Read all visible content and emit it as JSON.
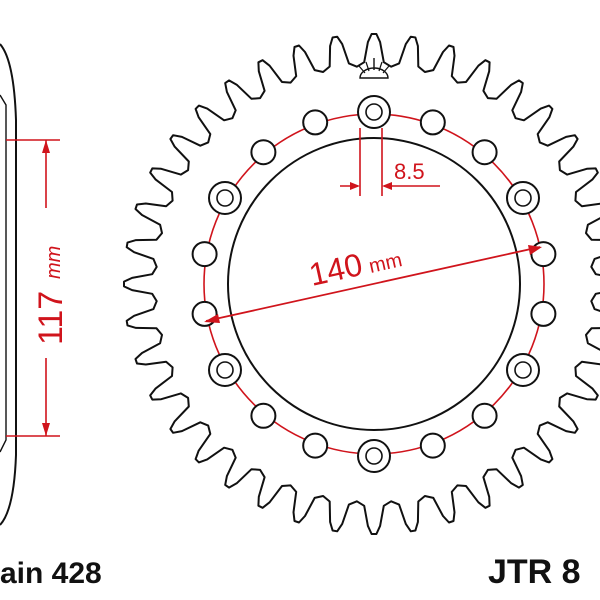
{
  "drawing": {
    "colors": {
      "outline": "#111111",
      "dimension": "#d0141c",
      "background": "#ffffff"
    },
    "dimensions": {
      "side_height_value": "117",
      "side_height_unit": "mm",
      "pcd_value": "140",
      "pcd_unit": "mm",
      "bolt_hole_value": "8.5"
    },
    "captions": {
      "chain": "ain 428",
      "part_number": "JTR 8"
    },
    "sprocket": {
      "tooth_count": 40,
      "bolt_holes_visible": 18
    },
    "icons": [
      "alignment-mark-icon"
    ]
  }
}
